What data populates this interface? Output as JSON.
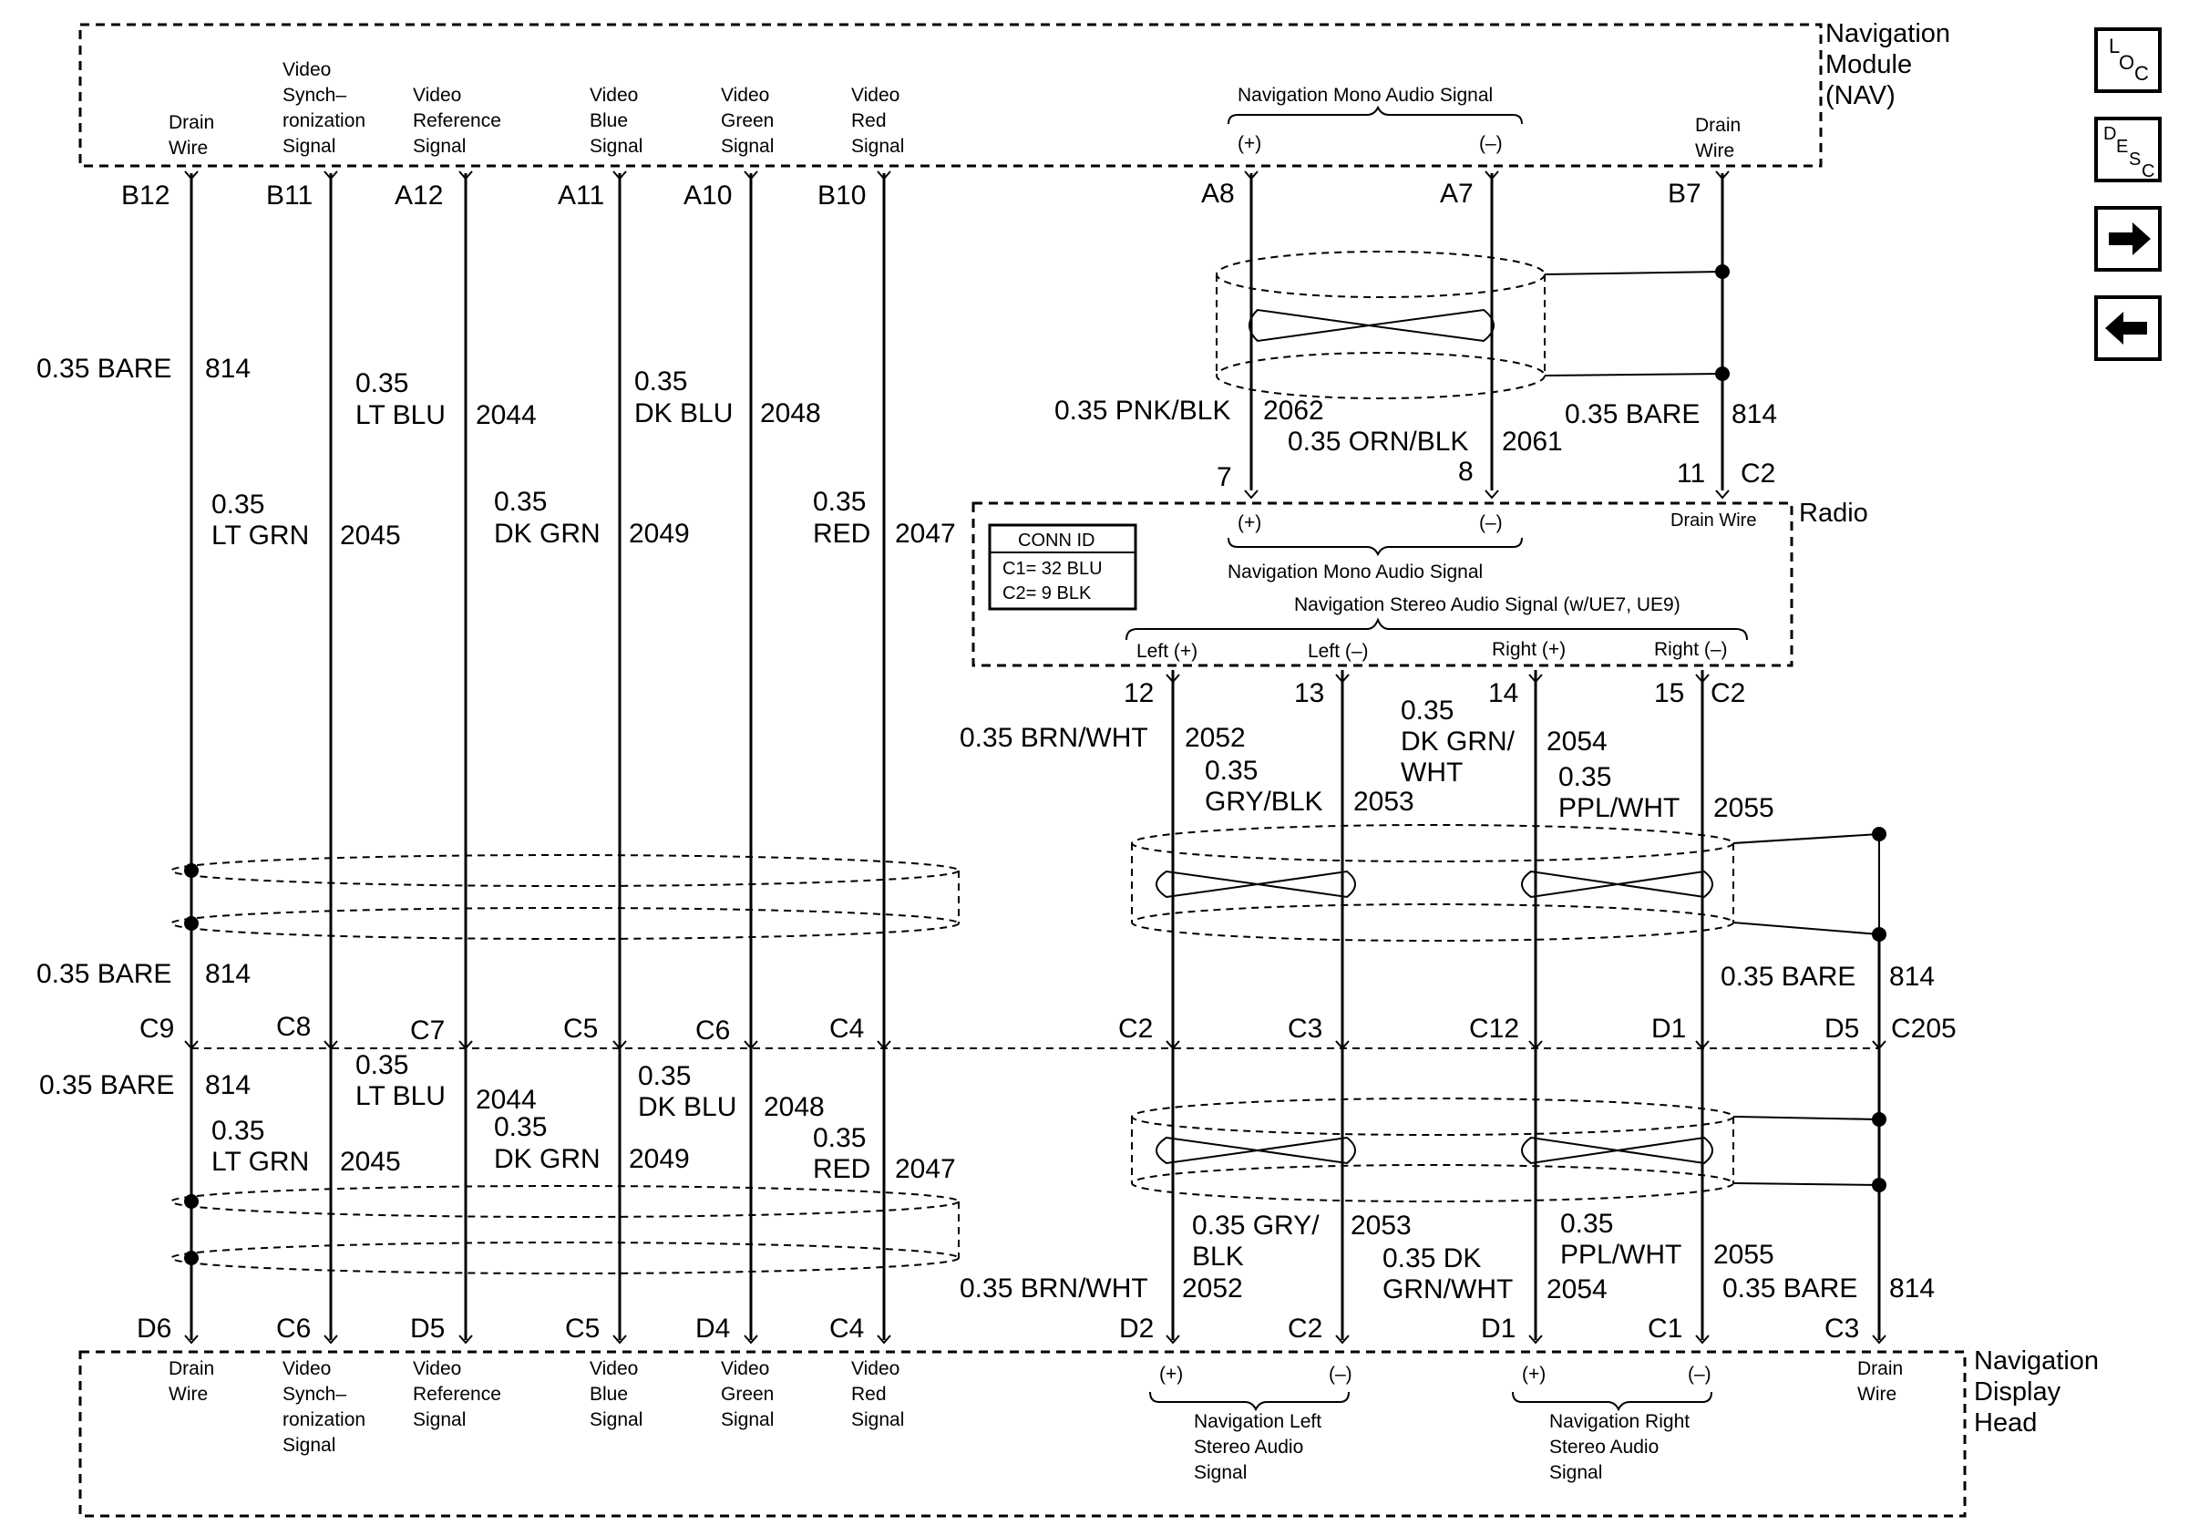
{
  "nav_buttons": [
    {
      "name": "loc-button",
      "sup": "L",
      "mid": "O",
      "sub": "C"
    },
    {
      "name": "desc-button",
      "sup": "D",
      "mid": "E",
      "sub": "S",
      "sub2": "C"
    }
  ],
  "components": {
    "nav_module": [
      "Navigation",
      "Module",
      "(NAV)"
    ],
    "radio": "Radio",
    "display_head": [
      "Navigation",
      "Display",
      "Head"
    ]
  },
  "top_signals": [
    [
      "Drain",
      "Wire"
    ],
    [
      "Video",
      "Synch–",
      "ronization",
      "Signal"
    ],
    [
      "Video",
      "Reference",
      "Signal"
    ],
    [
      "Video",
      "Blue",
      "Signal"
    ],
    [
      "Video",
      "Green",
      "Signal"
    ],
    [
      "Video",
      "Red",
      "Signal"
    ]
  ],
  "top_pins": [
    "B12",
    "B11",
    "A12",
    "A11",
    "A10",
    "B10"
  ],
  "nav_mono": {
    "title": "Navigation Mono Audio Signal",
    "plus": "(+)",
    "minus": "(–)",
    "drain": [
      "Drain",
      "Wire"
    ],
    "pins": [
      "A8",
      "A7",
      "B7"
    ]
  },
  "upper_left_wires": [
    {
      "gauge": "0.35 BARE",
      "circuit": "814"
    },
    {
      "gauge": [
        "0.35",
        "LT GRN"
      ],
      "circuit": "2045"
    },
    {
      "gauge": [
        "0.35",
        "LT BLU"
      ],
      "circuit": "2044"
    },
    {
      "gauge": [
        "0.35",
        "DK GRN"
      ],
      "circuit": "2049"
    },
    {
      "gauge": [
        "0.35",
        "DK BLU"
      ],
      "circuit": "2048"
    },
    {
      "gauge": [
        "0.35",
        "RED"
      ],
      "circuit": "2047"
    }
  ],
  "upper_right_wires": {
    "pnk": {
      "gauge": "0.35 PNK/BLK",
      "circuit": "2062"
    },
    "orn": {
      "gauge": "0.35 ORN/BLK",
      "circuit": "2061"
    },
    "bare": {
      "gauge": "0.35 BARE",
      "circuit": "814"
    }
  },
  "radio_pins_top": [
    "7",
    "8",
    "11",
    "C2"
  ],
  "radio_box": {
    "plus": "(+)",
    "minus": "(–)",
    "drain": "Drain Wire",
    "mono_label": "Navigation Mono Audio Signal",
    "stereo_label": "Navigation Stereo Audio Signal (w/UE7, UE9)",
    "left_plus": "Left (+)",
    "left_minus": "Left (–)",
    "right_plus": "Right (+)",
    "right_minus": "Right (–)",
    "conn_id": "CONN ID",
    "c1": "C1= 32 BLU",
    "c2": "C2= 9 BLK"
  },
  "radio_pins_bottom": [
    "12",
    "13",
    "14",
    "15",
    "C2"
  ],
  "radio_out_wires": {
    "brn": {
      "gauge": "0.35 BRN/WHT",
      "circuit": "2052"
    },
    "gry": {
      "gauge": [
        "0.35",
        "GRY/BLK"
      ],
      "circuit": "2053"
    },
    "dkgrn": {
      "gauge": [
        "0.35",
        "DK GRN/",
        "WHT"
      ],
      "circuit": "2054"
    },
    "ppl": {
      "gauge": [
        "0.35",
        "PPL/WHT"
      ],
      "circuit": "2055"
    }
  },
  "mid_wires": {
    "left_bare": {
      "gauge": "0.35 BARE",
      "circuit": "814"
    },
    "right_bare": {
      "gauge": "0.35 BARE",
      "circuit": "814"
    }
  },
  "c205_pins": [
    "C9",
    "C8",
    "C7",
    "C5",
    "C6",
    "C4",
    "C2",
    "C3",
    "C12",
    "D1",
    "D5",
    "C205"
  ],
  "lower_left_wires": [
    {
      "gauge": "0.35 BARE",
      "circuit": "814"
    },
    {
      "gauge": [
        "0.35",
        "LT GRN"
      ],
      "circuit": "2045"
    },
    {
      "gauge": [
        "0.35",
        "LT BLU"
      ],
      "circuit": "2044"
    },
    {
      "gauge": [
        "0.35",
        "DK GRN"
      ],
      "circuit": "2049"
    },
    {
      "gauge": [
        "0.35",
        "DK BLU"
      ],
      "circuit": "2048"
    },
    {
      "gauge": [
        "0.35",
        "RED"
      ],
      "circuit": "2047"
    }
  ],
  "lower_right_wires": {
    "gry": {
      "gauge": [
        "0.35 GRY/",
        "BLK"
      ],
      "circuit": "2053"
    },
    "brn": {
      "gauge": "0.35 BRN/WHT",
      "circuit": "2052"
    },
    "dkgrn": {
      "gauge": [
        "0.35 DK",
        "GRN/WHT"
      ],
      "circuit": "2054"
    },
    "ppl": {
      "gauge": [
        "0.35",
        "PPL/WHT"
      ],
      "circuit": "2055"
    },
    "bare": {
      "gauge": "0.35 BARE",
      "circuit": "814"
    }
  },
  "bottom_pins": [
    "D6",
    "C6",
    "D5",
    "C5",
    "D4",
    "C4",
    "D2",
    "C2",
    "D1",
    "C1",
    "C3"
  ],
  "bottom_signals": [
    [
      "Drain",
      "Wire"
    ],
    [
      "Video",
      "Synch–",
      "ronization",
      "Signal"
    ],
    [
      "Video",
      "Reference",
      "Signal"
    ],
    [
      "Video",
      "Blue",
      "Signal"
    ],
    [
      "Video",
      "Green",
      "Signal"
    ],
    [
      "Video",
      "Red",
      "Signal"
    ]
  ],
  "bottom_audio": {
    "left_plus": "(+)",
    "left_minus": "(–)",
    "right_plus": "(+)",
    "right_minus": "(–)",
    "left_label": [
      "Navigation Left",
      "Stereo Audio",
      "Signal"
    ],
    "right_label": [
      "Navigation Right",
      "Stereo Audio",
      "Signal"
    ],
    "drain": [
      "Drain",
      "Wire"
    ]
  }
}
